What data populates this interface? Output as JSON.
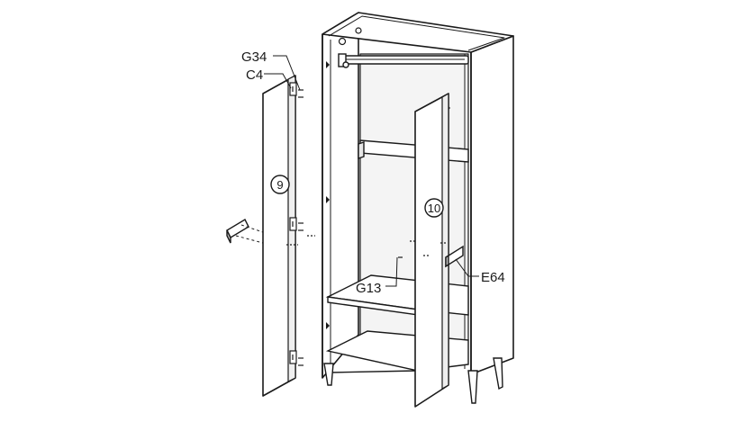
{
  "labels": {
    "g34": "G34",
    "c4": "C4",
    "g13": "G13",
    "e64": "E64"
  },
  "parts": {
    "door_left": "9",
    "door_right": "10"
  },
  "colors": {
    "line": "#1a1a1a",
    "panel_fill": "#ffffff",
    "shade": "#d9d9d9"
  }
}
